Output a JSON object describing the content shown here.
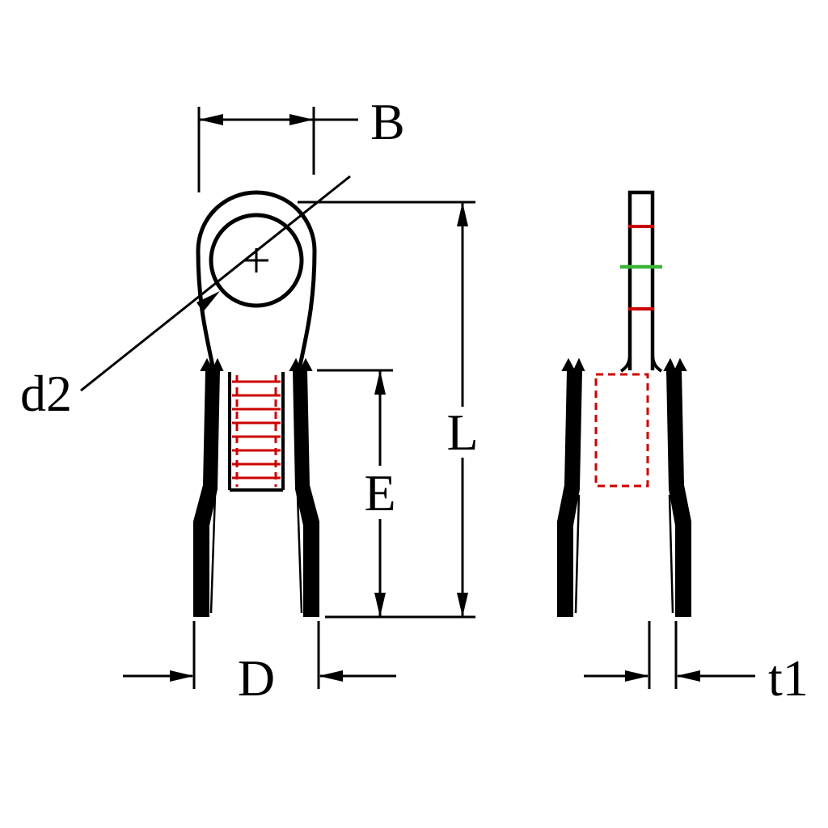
{
  "diagram": {
    "labels": {
      "b": "B",
      "d2": "d2",
      "l": "L",
      "e": "E",
      "d": "D",
      "t1": "t1"
    },
    "colors": {
      "line_black": "#000000",
      "conductor_red": "#cc0000",
      "strip_mark_green": "#3cb43c",
      "background": "#ffffff"
    }
  }
}
